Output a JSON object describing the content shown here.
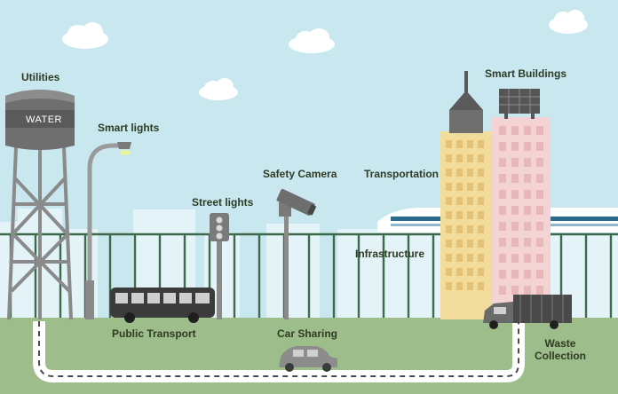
{
  "labels": {
    "utilities": "Utilities",
    "water": "WATER",
    "smart_lights": "Smart lights",
    "street_lights": "Street lights",
    "safety_camera": "Safety Camera",
    "transportation": "Transportation",
    "smart_buildings": "Smart Buildings",
    "infrastructure": "Infrastructure",
    "public_transport": "Public Transport",
    "car_sharing": "Car Sharing",
    "waste_collection_line1": "Waste",
    "waste_collection_line2": "Collection"
  },
  "colors": {
    "sky": "#c8e7ef",
    "grass": "#9dbd8a",
    "road": "#ffffff",
    "fence": "#3d6b4a",
    "building_yellow": "#f2dc9b",
    "building_pink": "#f3d3d3",
    "tower": "#8c8c8c"
  },
  "icons": [
    "cloud-icon",
    "water-tower-icon",
    "street-lamp-icon",
    "traffic-light-icon",
    "security-camera-icon",
    "bus-icon",
    "car-icon",
    "garbage-truck-icon",
    "train-icon",
    "solar-panel-icon",
    "skyscraper-icon"
  ]
}
